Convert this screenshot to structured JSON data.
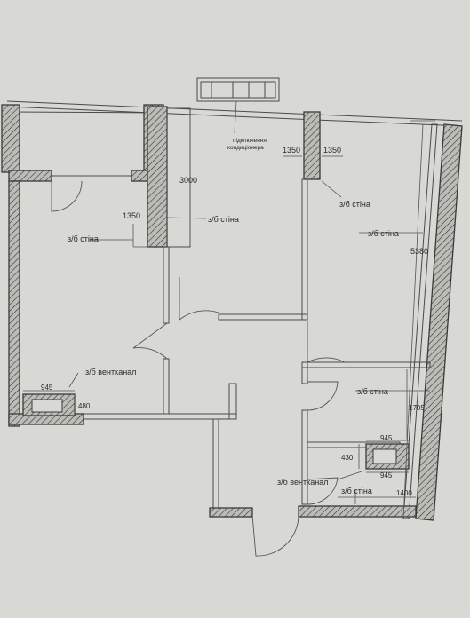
{
  "plan": {
    "labels": {
      "ac_note_line1": "підключення",
      "ac_note_line2": "кондиціонера",
      "dim_1350_top_left": "1350",
      "dim_1350_top_right": "1350",
      "dim_3000": "3000",
      "dim_1350_left": "1350",
      "wall_rc_center": "з/б стіна",
      "wall_rc_left": "з/б стіна",
      "wall_rc_top_right": "з/б стіна",
      "wall_rc_right": "з/б стіна",
      "dim_5380": "5380",
      "vent_left": "з/б вентканал",
      "dim_945_left": "945",
      "dim_480": "480",
      "wall_rc_bath": "з/б стіна",
      "dim_1705": "1705",
      "dim_945_right_top": "945",
      "dim_430": "430",
      "dim_945_right_bottom": "945",
      "vent_right": "з/б вентканал",
      "wall_rc_bottom": "з/б стіна",
      "dim_1400": "1400"
    }
  }
}
